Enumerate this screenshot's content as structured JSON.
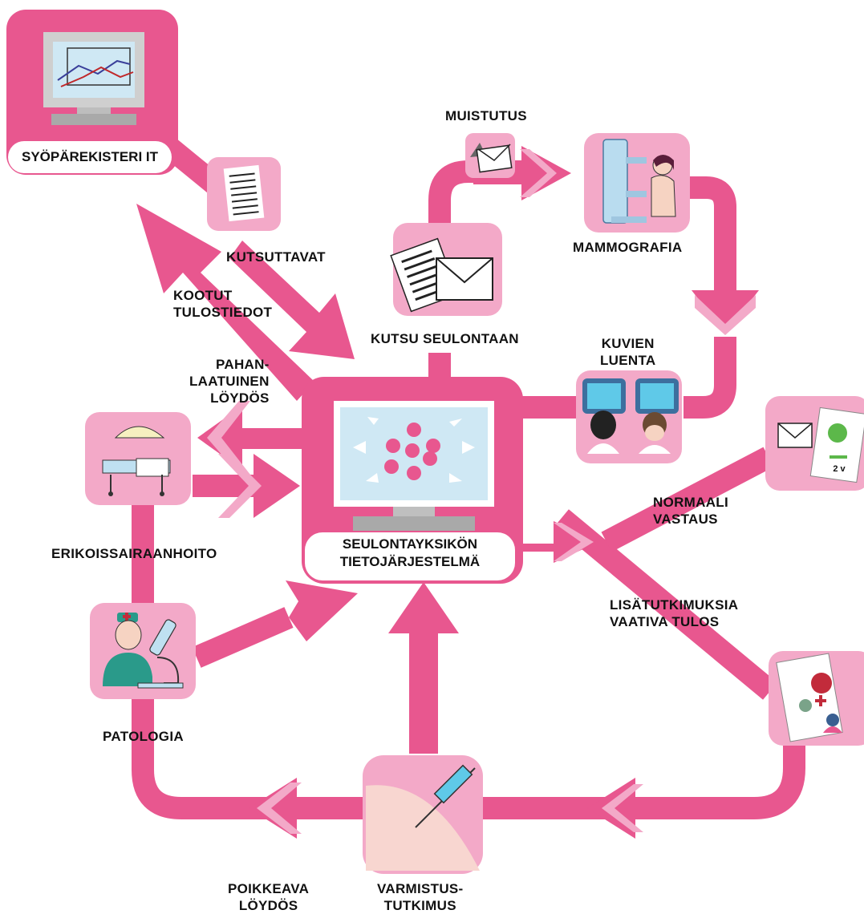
{
  "colors": {
    "primary_pink": "#e8578f",
    "light_pink": "#f3a9c8",
    "screen_blue": "#cfe8f4",
    "text": "#111111"
  },
  "nodes": {
    "cancer_registry": {
      "label": "SYÖPÄREKISTERI  IT",
      "icon": "monitor-chart-icon"
    },
    "screening_system": {
      "line1": "SEULONTAYKSIKÖN",
      "line2": "TIETOJÄRJESTELMÄ",
      "icon": "monitor-network-icon"
    },
    "invitation": {
      "label": "KUTSU SEULONTAAN",
      "icon": "letter-envelope-icon"
    },
    "reminder": {
      "label": "MUISTUTUS",
      "icon": "bell-envelope-icon"
    },
    "mammography": {
      "label": "MAMMOGRAFIA",
      "icon": "mammography-machine-icon"
    },
    "image_reading": {
      "line1": "KUVIEN",
      "line2": "LUENTA",
      "icon": "radiologists-icon"
    },
    "normal_result": {
      "line1": "NORMAALI",
      "line2": "VASTAUS",
      "icon": "envelope-virus-icon",
      "badge": "2 v"
    },
    "further_exams": {
      "line1": "LISÄTUTKIMUKSIA",
      "line2": "VAATIVA TULOS",
      "icon": "virus-doctor-icon"
    },
    "confirmation": {
      "line1": "VARMISTUS-",
      "line2": "TUTKIMUS",
      "icon": "syringe-icon"
    },
    "abnormal_finding": {
      "line1": "POIKKEAVA",
      "line2": "LÖYDÖS"
    },
    "pathology": {
      "label": "PATOLOGIA",
      "icon": "pathologist-microscope-icon"
    },
    "specialist_care": {
      "label": "ERIKOISSAIRAANHOITO",
      "icon": "hospital-bed-icon"
    },
    "malignant_finding": {
      "line1": "PAHAN-",
      "line2": "LAATUINEN",
      "line3": "LÖYDÖS"
    },
    "collected_results": {
      "line1": "KOOTUT",
      "line2": "TULOSTIEDOT"
    },
    "to_be_invited": {
      "label": "KUTSUTTAVAT",
      "icon": "document-list-icon"
    }
  }
}
